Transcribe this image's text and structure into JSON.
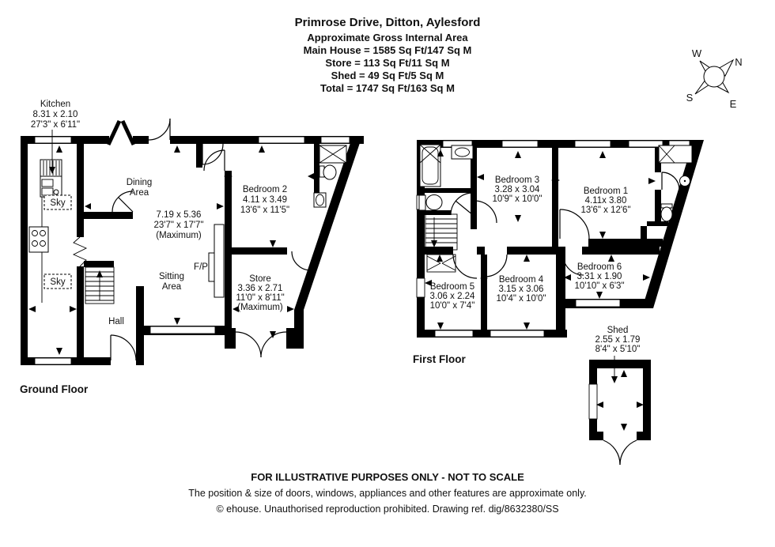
{
  "header": {
    "title": "Primrose Drive, Ditton, Aylesford",
    "subtitle": "Approximate Gross Internal Area",
    "main_house": "Main House = 1585 Sq Ft/147 Sq M",
    "store": "Store = 113 Sq Ft/11 Sq M",
    "shed": "Shed = 49 Sq Ft/5 Sq M",
    "total": "Total = 1747 Sq Ft/163 Sq M"
  },
  "compass": {
    "n": "N",
    "e": "E",
    "s": "S",
    "w": "W"
  },
  "ground_floor": {
    "label": "Ground Floor",
    "kitchen": {
      "name": "Kitchen",
      "metric": "8.31 x 2.10",
      "imperial": "27'3\" x 6'11\""
    },
    "dining_area": {
      "line1": "Dining",
      "line2": "Area"
    },
    "open_plan": {
      "metric": "7.19 x 5.36",
      "imperial": "23'7\" x 17'7\"",
      "note": "(Maximum)"
    },
    "sitting_area": {
      "line1": "Sitting",
      "line2": "Area"
    },
    "hall": "Hall",
    "fireplace": "F/P",
    "skylight": "Sky",
    "bedroom2": {
      "name": "Bedroom 2",
      "metric": "4.11 x 3.49",
      "imperial": "13'6\" x 11'5\""
    },
    "store_room": {
      "name": "Store",
      "metric": "3.36 x 2.71",
      "imperial": "11'0\" x 8'11\"",
      "note": "(Maximum)"
    }
  },
  "first_floor": {
    "label": "First Floor",
    "bedroom1": {
      "name": "Bedroom 1",
      "metric": "4.11x 3.80",
      "imperial": "13'6\" x 12'6\""
    },
    "bedroom3": {
      "name": "Bedroom 3",
      "metric": "3.28 x 3.04",
      "imperial": "10'9\" x 10'0\""
    },
    "bedroom4": {
      "name": "Bedroom 4",
      "metric": "3.15 x 3.06",
      "imperial": "10'4\" x 10'0\""
    },
    "bedroom5": {
      "name": "Bedroom 5",
      "metric": "3.06 x 2.24",
      "imperial": "10'0\" x 7'4\""
    },
    "bedroom6": {
      "name": "Bedroom 6",
      "metric": "3.31 x 1.90",
      "imperial": "10'10\" x 6'3\""
    }
  },
  "shed": {
    "name": "Shed",
    "metric": "2.55 x 1.79",
    "imperial": "8'4\" x 5'10\""
  },
  "footer": {
    "line1": "FOR ILLUSTRATIVE PURPOSES ONLY - NOT TO SCALE",
    "line2": "The position & size of doors, windows, appliances and other features are approximate only.",
    "line3": "© ehouse. Unauthorised reproduction prohibited. Drawing ref. dig/8632380/SS"
  }
}
